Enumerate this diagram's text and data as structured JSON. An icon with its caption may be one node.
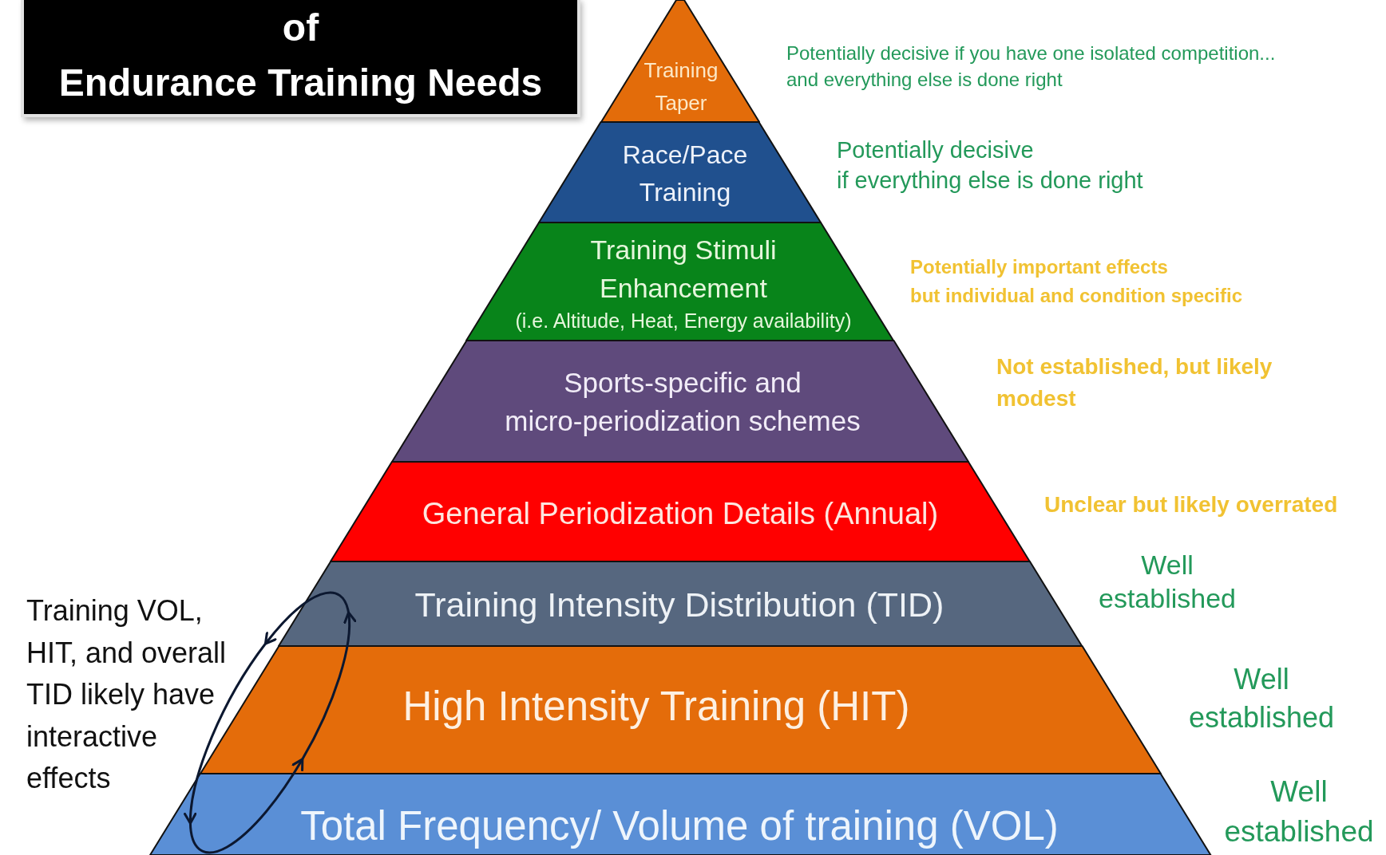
{
  "diagram": {
    "title": "of Endurance Training Needs",
    "nodes": [
      {
        "text": [
          "Training Taper"
        ],
        "beside": [
          "Potentially decisive if you have one isolated competition... and everything else is done right"
        ]
      },
      {
        "text": [
          "Race/Pace Training"
        ],
        "beside": [
          "Potentially decisive if everything else is done right"
        ]
      },
      {
        "text": [
          "Training Stimuli Enhancement",
          "(i.e. Altitude, Heat, Energy availability)"
        ],
        "beside": [
          "Potentially important effects but individual and condition specific"
        ]
      },
      {
        "text": [
          "Sports-specific and micro-periodization schemes"
        ],
        "beside": [
          "Not established, but likely modest"
        ]
      },
      {
        "text": [
          "General Periodization Details (Annual)"
        ],
        "beside": [
          "Unclear but likely overrated"
        ]
      },
      {
        "text": [
          "Training Intensity Distribution (TID)"
        ],
        "beside": [
          "Well established"
        ]
      },
      {
        "text": [
          "High Intensity Training (HIT)"
        ],
        "beside": [
          "Well established"
        ]
      },
      {
        "text": [
          "Total Frequency/ Volume of training (VOL)"
        ],
        "beside": [
          "Well established"
        ]
      }
    ],
    "edges": [
      {
        "from": 6,
        "to": 5,
        "arrow": "to"
      },
      {
        "from": 5,
        "to": 6,
        "arrow": "to"
      },
      {
        "from": 6,
        "to": 7,
        "arrow": "to"
      },
      {
        "from": 7,
        "to": 6,
        "arrow": "to"
      }
    ],
    "labels": [
      "Training VOL, HIT, and overall TID likely have interactive effects"
    ]
  }
}
